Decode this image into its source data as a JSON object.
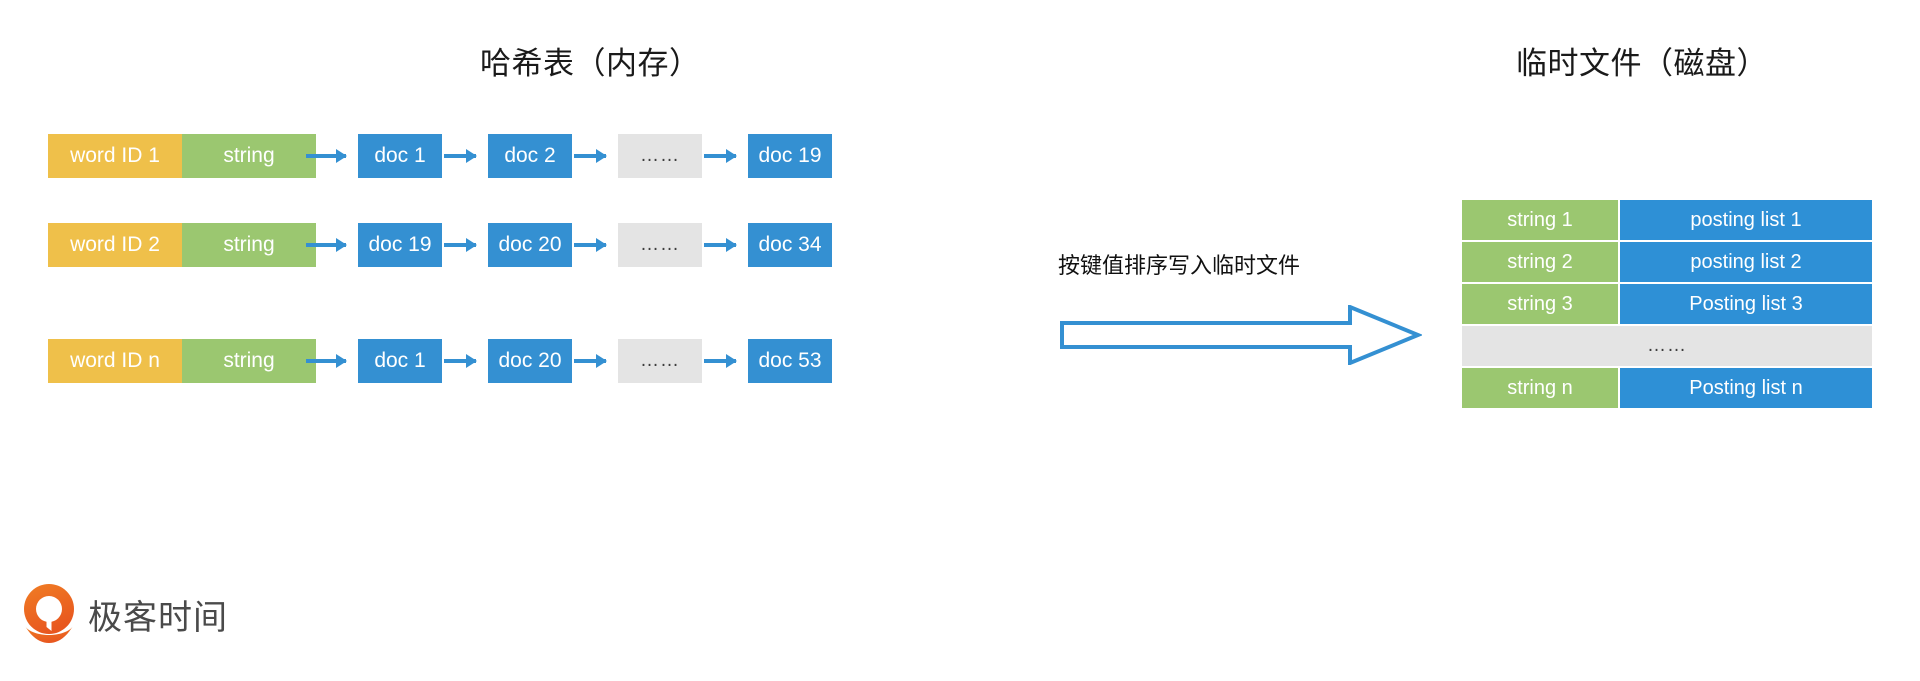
{
  "titles": {
    "hash_table": "哈希表（内存）",
    "temp_file": "临时文件（磁盘）"
  },
  "middle": {
    "label": "按键值排序写入临时文件",
    "arrow_icon": "block-arrow-right-icon",
    "arrow_color": "#3490D2"
  },
  "hash_rows": [
    {
      "word_id": "word ID 1",
      "string": "string",
      "docs": [
        "doc 1",
        "doc 2",
        "……",
        "doc 19"
      ]
    },
    {
      "word_id": "word ID 2",
      "string": "string",
      "docs": [
        "doc 19",
        "doc 20",
        "……",
        "doc 34"
      ]
    },
    {
      "word_id": "word ID n",
      "string": "string",
      "docs": [
        "doc 1",
        "doc 20",
        "……",
        "doc 53"
      ]
    }
  ],
  "file_table": {
    "rows": [
      {
        "key": "string 1",
        "value": "posting list 1",
        "type": "data"
      },
      {
        "key": "string 2",
        "value": "posting list 2",
        "type": "data"
      },
      {
        "key": "string 3",
        "value": "Posting list 3",
        "type": "data"
      },
      {
        "key": "",
        "value": "……",
        "type": "dots"
      },
      {
        "key": "string n",
        "value": "Posting list n",
        "type": "data"
      }
    ]
  },
  "logo": {
    "mark": "geekbang-pin-icon",
    "text": "极客时间",
    "mark_color": "#EE6A23"
  },
  "palette": {
    "yellow": "#EFC04A",
    "green": "#9BC770",
    "blue": "#3490D2",
    "grey": "#E4E4E4",
    "background": "#FFFFFF",
    "text": "#1A1A1A"
  }
}
